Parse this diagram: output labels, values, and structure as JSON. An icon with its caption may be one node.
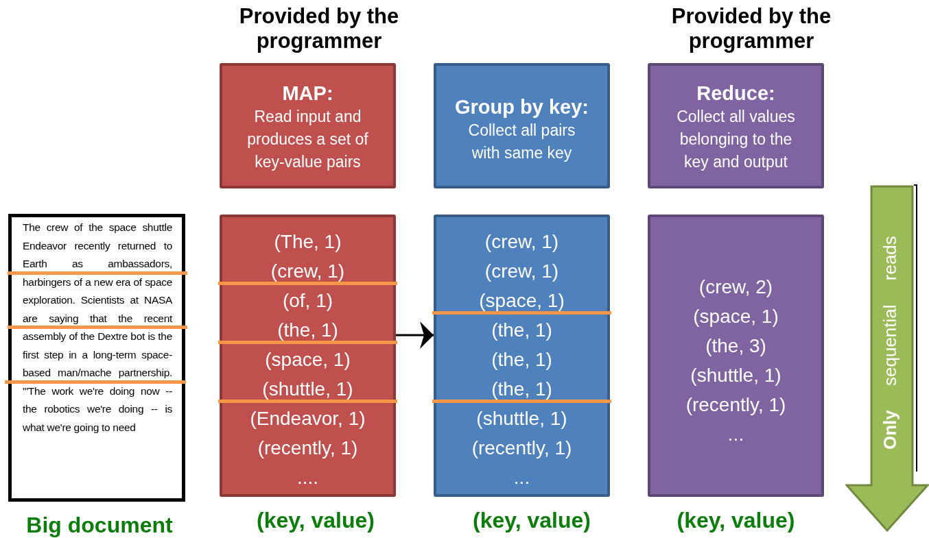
{
  "diagram": {
    "nodes": [
      {
        "text": [
          "The crew of the space shuttle Endeavor recently returned to Earth as ambassadors, harbingers of a new era of space exploration. Scientists at NASA are saying that the recent assembly of the Dextre bot is the first step in a long-term space-based man/mache partnership. '\"The work we're doing now -- the robotics we're doing -- is what we're going to need"
        ],
        "beside": [
          "Big document"
        ]
      },
      {
        "text": [
          "MAP:",
          "Read input and produces a set of key-value pairs"
        ]
      },
      {
        "text": [
          "Group by key:",
          "Collect all pairs with same key"
        ]
      },
      {
        "text": [
          "Reduce:",
          "Collect all values belonging to the key and output"
        ]
      },
      {
        "text": [
          "(The, 1)",
          "(crew, 1)",
          "(of, 1)",
          "(the, 1)",
          "(space, 1)",
          "(shuttle, 1)",
          "(Endeavor, 1)",
          "(recently, 1)",
          "...."
        ],
        "beside": [
          "(key, value)"
        ]
      },
      {
        "text": [
          "(crew, 1)",
          "(crew, 1)",
          "(space, 1)",
          "(the, 1)",
          "(the, 1)",
          "(the, 1)",
          "(shuttle, 1)",
          "(recently, 1)",
          "..."
        ],
        "beside": [
          "(key, value)"
        ]
      },
      {
        "text": [
          "(crew, 2)",
          "(space, 1)",
          "(the, 3)",
          "(shuttle, 1)",
          "(recently, 1)",
          "..."
        ],
        "beside": [
          "(key, value)"
        ]
      }
    ],
    "edges": [
      {
        "from": 4,
        "to": 5,
        "arrow": "to"
      }
    ],
    "labels": [
      "Provided by the programmer",
      "Provided by the programmer",
      "**Only** sequential reads"
    ]
  }
}
